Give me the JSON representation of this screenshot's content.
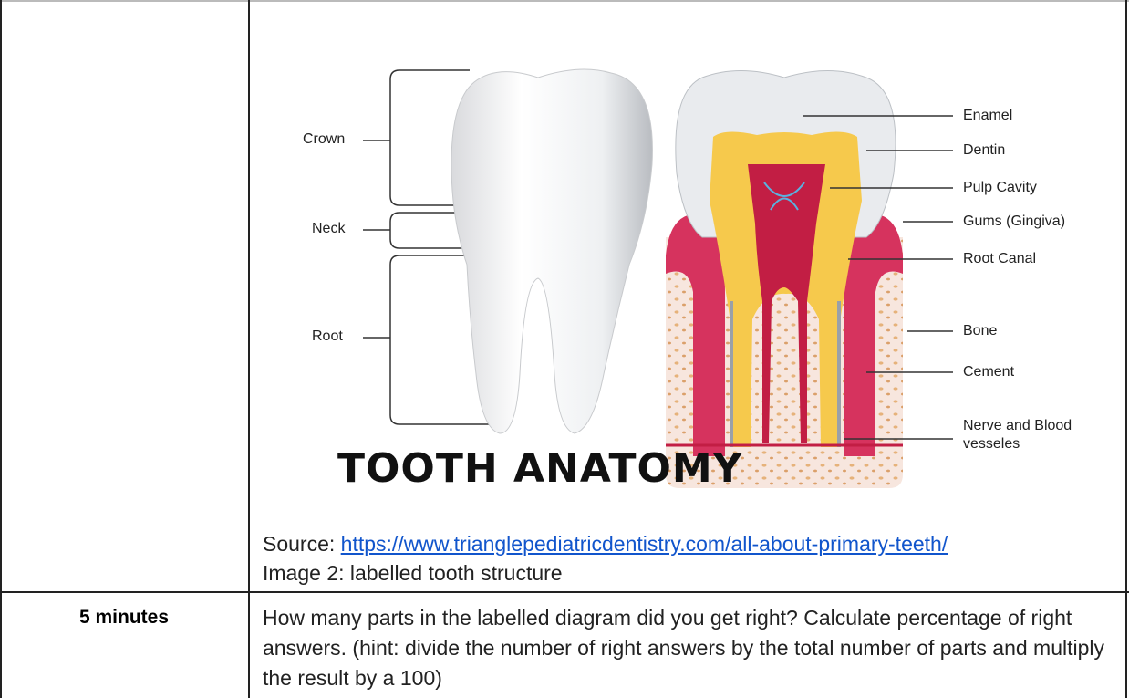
{
  "figure": {
    "title": "TOOTH ANATOMY",
    "left_labels": {
      "crown": "Crown",
      "neck": "Neck",
      "root": "Root"
    },
    "right_labels": {
      "enamel": "Enamel",
      "dentin": "Dentin",
      "pulp": "Pulp Cavity",
      "gums": "Gums (Gingiva)",
      "root_canal": "Root Canal",
      "bone": "Bone",
      "cement": "Cement",
      "nerve_line1": "Nerve and Blood",
      "nerve_line2": "vesseles"
    }
  },
  "caption": {
    "source_prefix": "Source: ",
    "source_link": "https://www.trianglepediatricdentistry.com/all-about-primary-teeth/",
    "image_label": "Image 2: labelled tooth structure"
  },
  "row2": {
    "time": "5 minutes",
    "question": "How many parts in the labelled diagram did you get right? Calculate percentage of right answers. (hint: divide the number of right answers by the total number of parts and multiply the result by a 100)"
  }
}
